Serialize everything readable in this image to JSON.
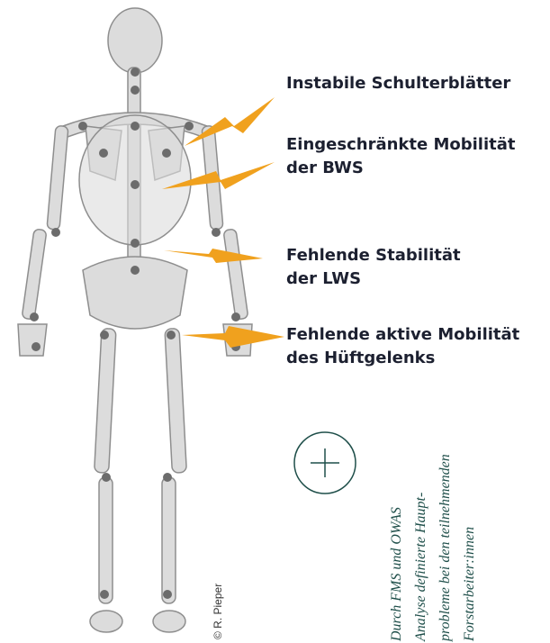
{
  "labels": [
    {
      "line1": "Instabile Schulterblätter",
      "line2": ""
    },
    {
      "line1": "Eingeschränkte Mobilität",
      "line2": "der BWS"
    },
    {
      "line1": "Fehlende Stabilität",
      "line2": "der LWS"
    },
    {
      "line1": "Fehlende aktive Mobilität",
      "line2": "des Hüftgelenks"
    }
  ],
  "credit": "© R. Pieper",
  "note": {
    "lines": [
      "Durch FMS und OWAS",
      "Analyse definierte Haupt-",
      "probleme bei den teilnehmenden",
      "Forstarbeiter:innen"
    ]
  },
  "colors": {
    "bolt": "#f0a11e",
    "bone": "#dcdcdc",
    "bone_outline": "#8e8e8e",
    "joint": "#6c6c6c",
    "accent_teal": "#1f4f4a",
    "label_text": "#1c2030"
  },
  "icons": [
    "plus-icon",
    "lightning-bolt-icon"
  ]
}
